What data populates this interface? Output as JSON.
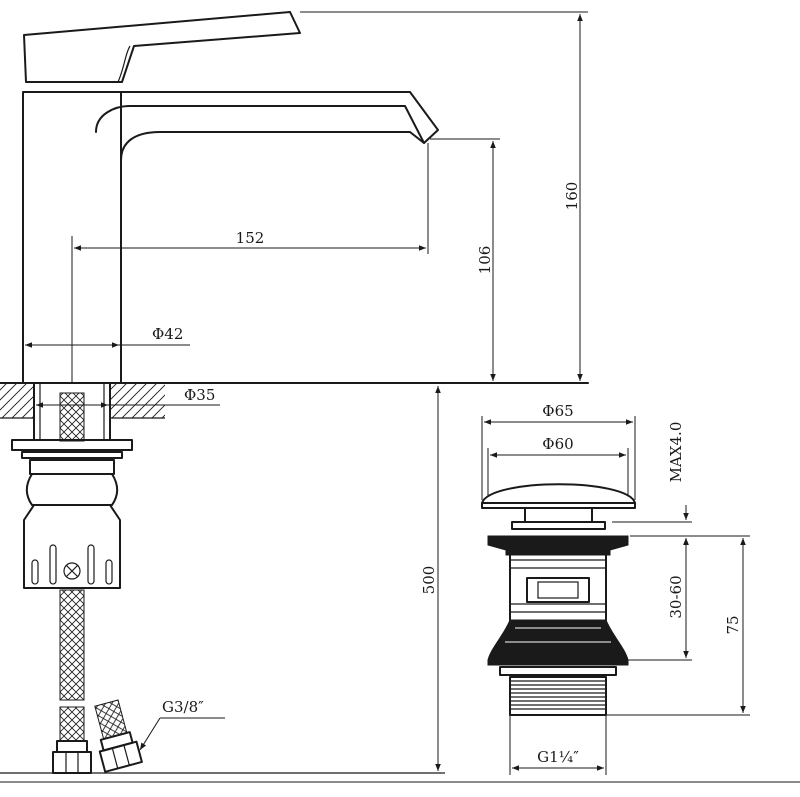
{
  "dimensions": {
    "height_total": "160",
    "spout_height": "106",
    "spout_reach": "152",
    "body_diameter": "Φ42",
    "shank_diameter": "Φ35",
    "hose_length": "500",
    "hose_thread": "G3/8″",
    "waste_cap_outer": "Φ65",
    "waste_cap_inner": "Φ60",
    "cap_lift": "MAX4.0",
    "waste_range": "30-60",
    "waste_height": "75",
    "waste_thread": "G1¼″"
  }
}
